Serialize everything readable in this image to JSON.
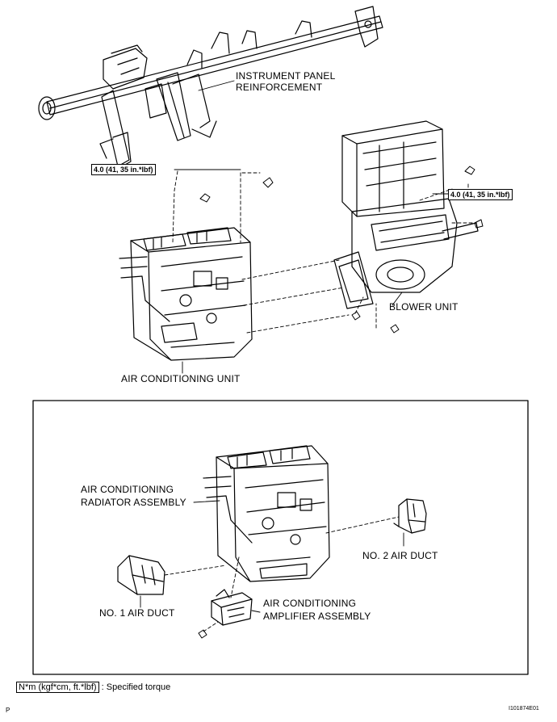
{
  "labels": {
    "instrument_panel_1": "INSTRUMENT PANEL",
    "instrument_panel_2": "REINFORCEMENT",
    "blower_unit": "BLOWER UNIT",
    "air_conditioning_unit": "AIR CONDITIONING UNIT",
    "radiator_1": "AIR CONDITIONING",
    "radiator_2": "RADIATOR ASSEMBLY",
    "no2_air_duct": "NO. 2 AIR DUCT",
    "no1_air_duct": "NO. 1 AIR DUCT",
    "amplifier_1": "AIR CONDITIONING",
    "amplifier_2": "AMPLIFIER ASSEMBLY"
  },
  "torque": {
    "left": "4.0 (41, 35 in.*lbf)",
    "right": "4.0 (41, 35 in.*lbf)"
  },
  "legend": {
    "units": "N*m (kgf*cm, ft.*lbf)",
    "text": ": Specified torque"
  },
  "footer": {
    "left_mark": "P",
    "figure_id": "I101874E01"
  }
}
